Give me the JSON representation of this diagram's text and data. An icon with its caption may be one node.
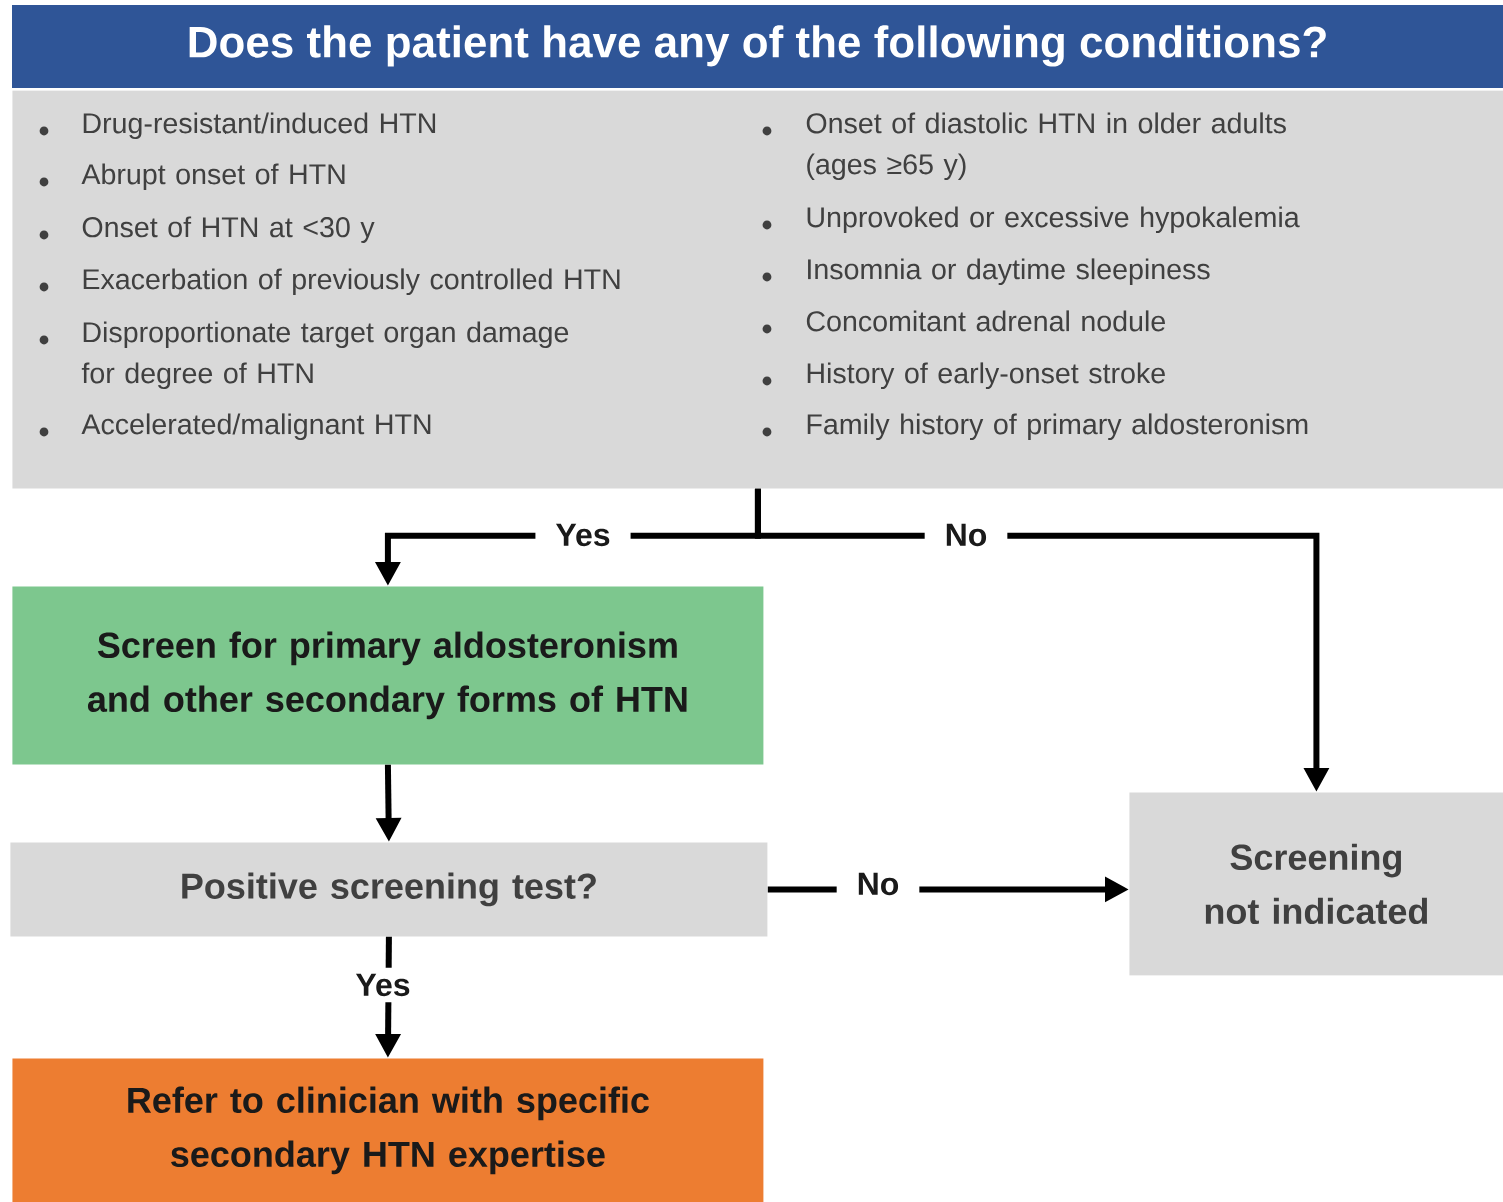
{
  "diagram": {
    "nodes": [
      {
        "text": [
          "Does the patient have any of the following conditions?",
          "Drug-resistant/induced HTN",
          "Abrupt onset of HTN",
          "Onset of HTN at <30 y",
          "Exacerbation of previously controlled HTN",
          "Disproportionate target organ damage for degree of HTN",
          "Accelerated/malignant HTN",
          "Onset of diastolic HTN in older adults (ages ≥65 y)",
          "Unprovoked or excessive hypokalemia",
          "Insomnia or daytime sleepiness",
          "Concomitant adrenal nodule",
          "History of early-onset stroke",
          "Family history of primary aldosteronism"
        ]
      },
      {
        "text": [
          "Screen for primary aldosteronism and other secondary forms of HTN"
        ]
      },
      {
        "text": [
          "Positive screening test?"
        ]
      },
      {
        "text": [
          "Screening not indicated"
        ]
      },
      {
        "text": [
          "Refer to clinician with specific secondary HTN expertise"
        ]
      }
    ],
    "edges": [
      {
        "from": 0,
        "to": 1,
        "arrow": "to",
        "label": "Yes"
      },
      {
        "from": 0,
        "to": 3,
        "arrow": "to",
        "label": "No"
      },
      {
        "from": 1,
        "to": 2,
        "arrow": "to"
      },
      {
        "from": 2,
        "to": 3,
        "arrow": "to",
        "label": "No"
      },
      {
        "from": 2,
        "to": 4,
        "arrow": "to",
        "label": "Yes"
      }
    ]
  }
}
